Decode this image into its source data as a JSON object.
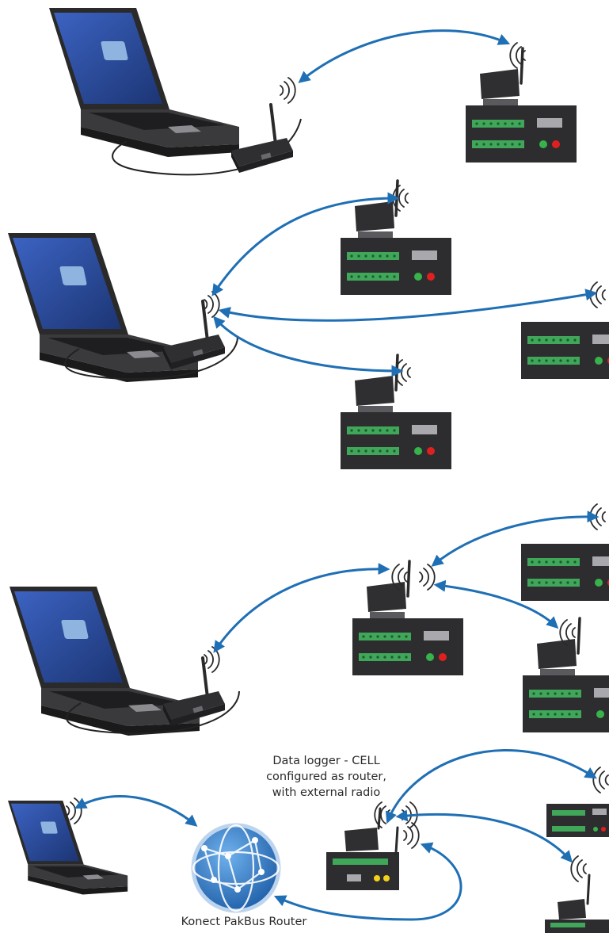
{
  "panels": [
    {
      "id": "point-to-point"
    },
    {
      "id": "point-to-multipoint"
    },
    {
      "id": "repeater-network"
    },
    {
      "id": "cellular-router-network"
    }
  ],
  "labels": {
    "logger_line1": "Data logger - CELL",
    "logger_line2": "configured as router,",
    "logger_line3": "with external radio",
    "router": "Konect PakBus Router"
  },
  "colors": {
    "link": "#1f6fb5",
    "logger_body": "#2d2d2f",
    "terminal": "#3fa65a",
    "led_red": "#e02020",
    "led_green": "#38b24a",
    "led_yellow": "#f2d21a",
    "screen": "#2d4fa8",
    "globe": "#2f76c6"
  }
}
